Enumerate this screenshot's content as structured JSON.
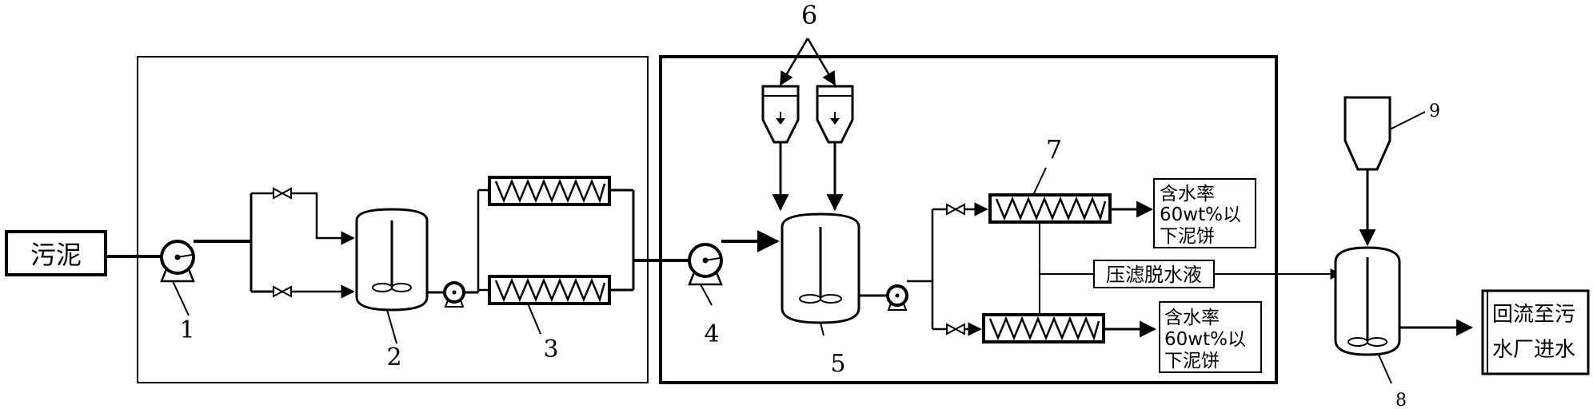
{
  "input_label": "污泥",
  "numbers": [
    "1",
    "2",
    "3",
    "4",
    "5",
    "6",
    "7",
    "8",
    "9"
  ],
  "cake_top": [
    "含水率",
    "60wt%以",
    "下泥饼"
  ],
  "cake_bottom": [
    "含水率",
    "60wt%以",
    "下泥饼"
  ],
  "filtrate_label": "压滤脱水液",
  "return_label": [
    "回流至污",
    "水厂进水"
  ]
}
